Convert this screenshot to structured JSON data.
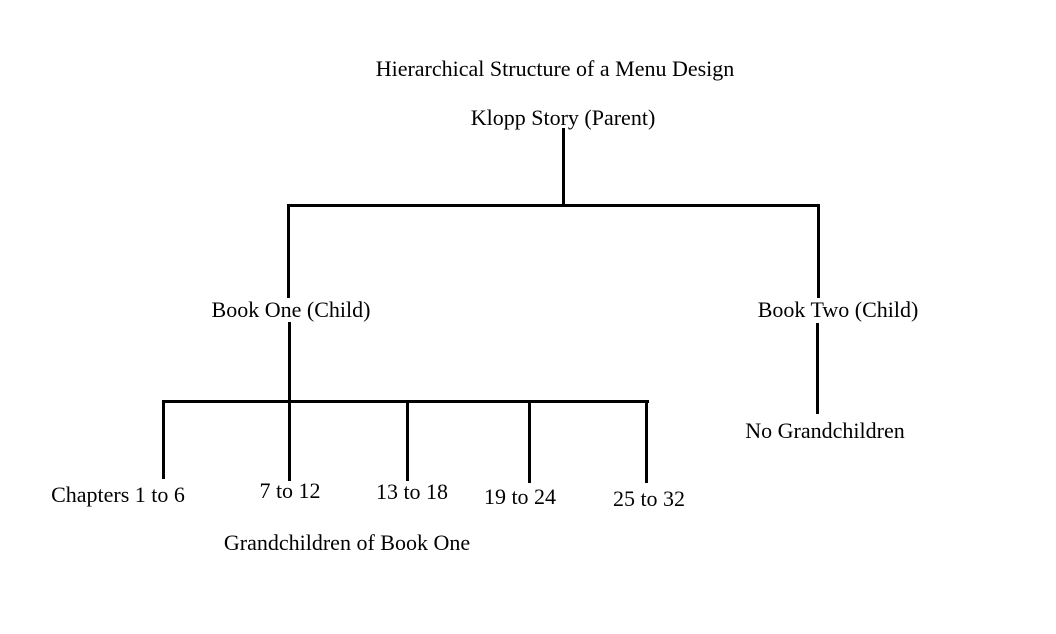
{
  "colors": {
    "background": "#ffffff",
    "text": "#000000",
    "line": "#000000"
  },
  "diagram": {
    "title": "Hierarchical Structure of a Menu Design",
    "root": {
      "label": "Klopp Story (Parent)"
    },
    "children": [
      {
        "label": "Book One (Child)"
      },
      {
        "label": "Book Two (Child)"
      }
    ],
    "grandchildren": {
      "items": [
        "Chapters 1 to 6",
        "7 to 12",
        "13 to 18",
        "19 to 24",
        "25 to 32"
      ],
      "caption": "Grandchildren of Book One"
    },
    "book_two_note": "No Grandchildren"
  }
}
